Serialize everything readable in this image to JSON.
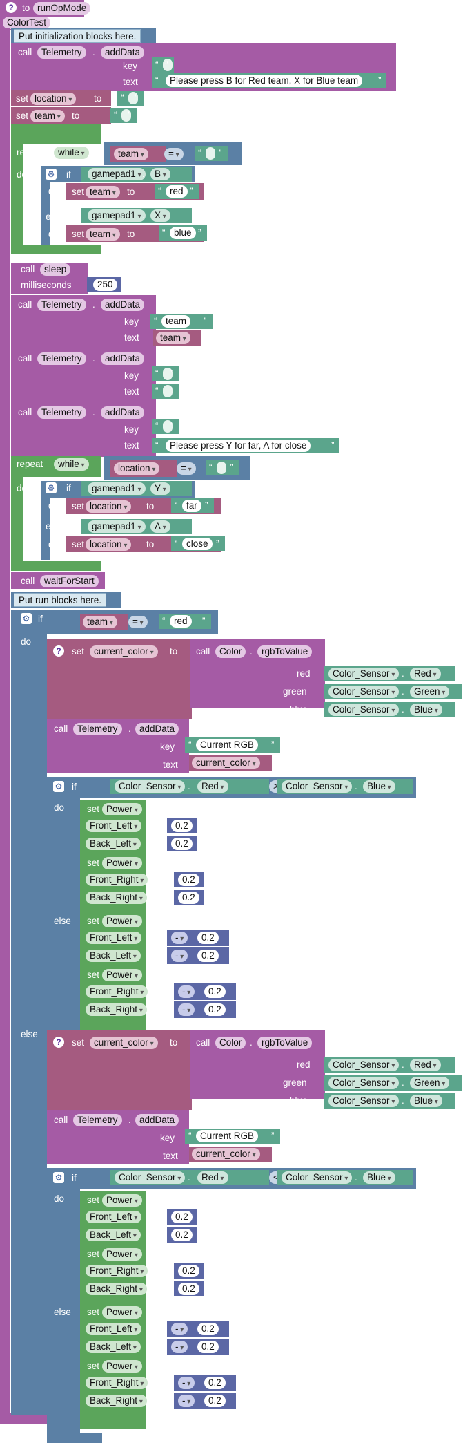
{
  "colors": {
    "procedure": "#a55ba5",
    "logic": "#5b80a5",
    "loop": "#5ba55b",
    "variable": "#a55b80",
    "text": "#5ba58c",
    "math": "#5b67a5"
  },
  "icons": {
    "help": "help-icon",
    "mutator": "gear-icon"
  },
  "kw": {
    "to": "to",
    "call": "call",
    "set": "set",
    "repeat": "repeat",
    "while": "while",
    "do": "do",
    "if": "if",
    "else_if": "else if",
    "else": "else",
    "key": "key",
    "text": "text",
    "milliseconds": "milliseconds",
    "red": "red",
    "green": "green",
    "blue": "blue",
    "dot": ".",
    "help": "?",
    "gear": "⚙",
    "quote_open": "“",
    "quote_close": "”"
  },
  "procedure": {
    "name": "runOpMode",
    "comment": "ColorTest"
  },
  "init_comment": "Put initialization blocks here.",
  "run_comment": "Put run blocks here.",
  "telemetry": {
    "object": "Telemetry",
    "method": "addData"
  },
  "color": {
    "object": "Color",
    "method": "rgbToValue"
  },
  "sensor": {
    "name": "Color_Sensor",
    "red": "Red",
    "green": "Green",
    "blue": "Blue"
  },
  "gamepad": "gamepad1",
  "buttons": {
    "b": "B",
    "x": "X",
    "y": "Y",
    "a": "A"
  },
  "vars": {
    "location": "location",
    "team": "team",
    "current_color": "current_color"
  },
  "messages": {
    "team_prompt": "Please press B for Red team, X for Blue team",
    "team_key": "team",
    "loc_prompt": "Please press Y for far, A for close",
    "rgb_key": "Current RGB"
  },
  "values": {
    "red": "red",
    "blue": "blue",
    "far": "far",
    "close": "close",
    "empty": ""
  },
  "ops": {
    "eq": "=",
    "gt": ">",
    "lt": "<",
    "neg": "-"
  },
  "sleep": {
    "name": "sleep",
    "ms": "250"
  },
  "wait_for_start": "waitForStart",
  "motors": {
    "property": "Power",
    "front_left": "Front_Left",
    "back_left": "Back_Left",
    "front_right": "Front_Right",
    "back_right": "Back_Right",
    "value": "0.2"
  }
}
